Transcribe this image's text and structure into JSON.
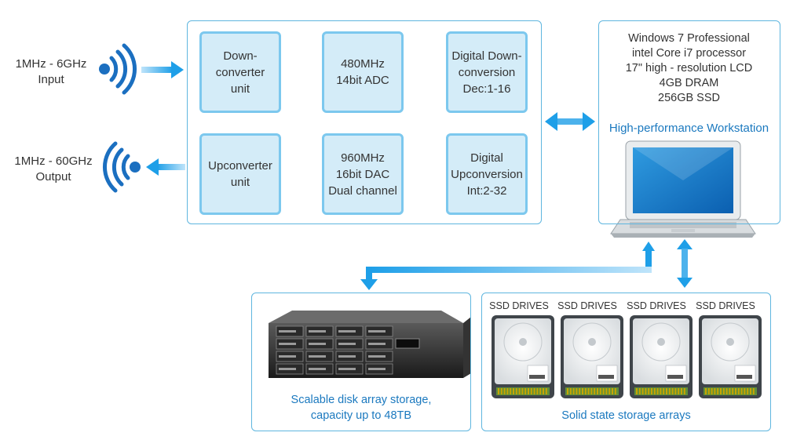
{
  "input": {
    "label": "1MHz - 6GHz\nInput"
  },
  "output": {
    "label": "1MHz - 60GHz\nOutput"
  },
  "blocks": {
    "downconverter": "Down-\nconverter\nunit",
    "adc": "480MHz\n14bit ADC",
    "ddc": "Digital Down-\nconversion\nDec:1-16",
    "upconverter": "Upconverter\nunit",
    "dac": "960MHz\n16bit DAC\nDual channel",
    "duc": "Digital\nUpconversion\nInt:2-32"
  },
  "workstation": {
    "specs": [
      "Windows 7 Professional",
      "intel Core i7 processor",
      "17\" high - resolution LCD",
      "4GB DRAM",
      "256GB  SSD"
    ],
    "title": "High-performance Workstation"
  },
  "disk_array": {
    "caption": "Scalable disk array storage,\ncapacity up to 48TB"
  },
  "ssd_arrays": {
    "drive_labels": [
      "SSD DRIVES",
      "SSD DRIVES",
      "SSD DRIVES",
      "SSD DRIVES"
    ],
    "caption": "Solid state storage arrays"
  },
  "colors": {
    "accent": "#1b79bf",
    "arrow": "#1e9fe8",
    "block_fill": "#d4ecf8",
    "block_border": "#7cc8ee"
  }
}
